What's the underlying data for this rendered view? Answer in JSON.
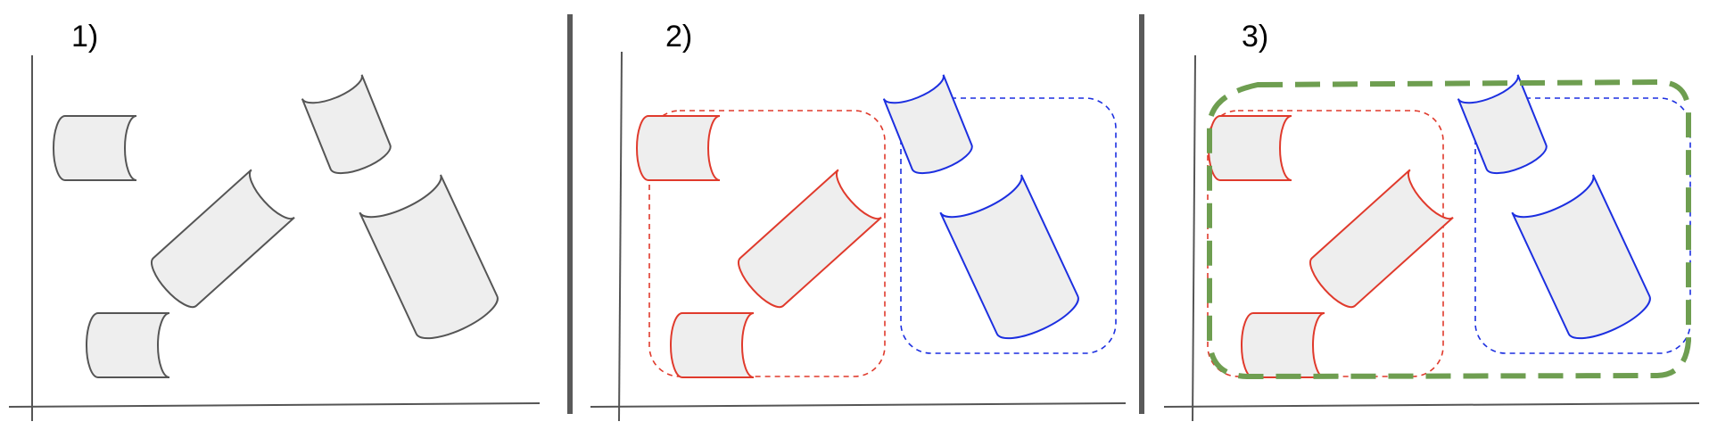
{
  "panels": [
    {
      "label": "1)"
    },
    {
      "label": "2)"
    },
    {
      "label": "3)"
    }
  ],
  "colors": {
    "cylinder_fill": "#eeeeee",
    "neutral_stroke": "#555555",
    "cluster_a": "#e03a2c",
    "cluster_b": "#1c2fe0",
    "merged_cluster": "#6e9e50",
    "axis": "#555555",
    "divider": "#5a5a5a"
  }
}
